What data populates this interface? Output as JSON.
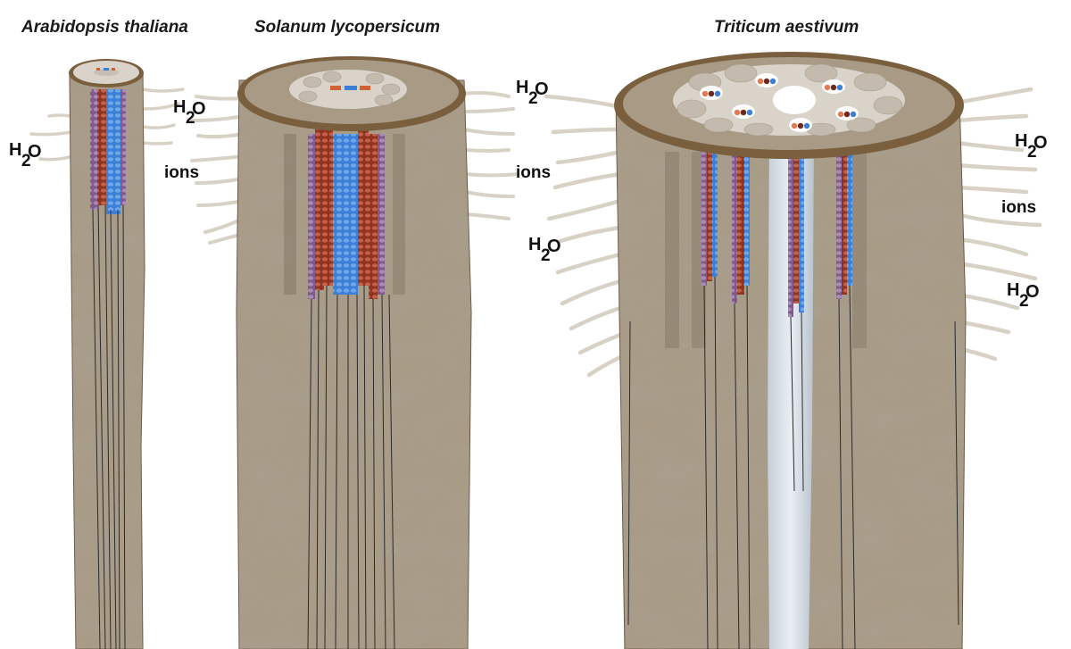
{
  "titles": {
    "arabidopsis": "Arabidopsis thaliana",
    "solanum": "Solanum lycopersicum",
    "triticum": "Triticum aestivum"
  },
  "labels": {
    "ions": "ions",
    "water_h": "H",
    "water_sub": "2",
    "water_o": "O"
  },
  "colors": {
    "root_surface": "#a89a84",
    "epidermis_rim": "#7a5f3e",
    "cortex_cells": "#d9d3ca",
    "xylem_blue": "#3c7fd6",
    "phloem_red": "#b0472c",
    "metaxylem_light": "#d4dde6",
    "root_hair": "#d8d2c6"
  }
}
